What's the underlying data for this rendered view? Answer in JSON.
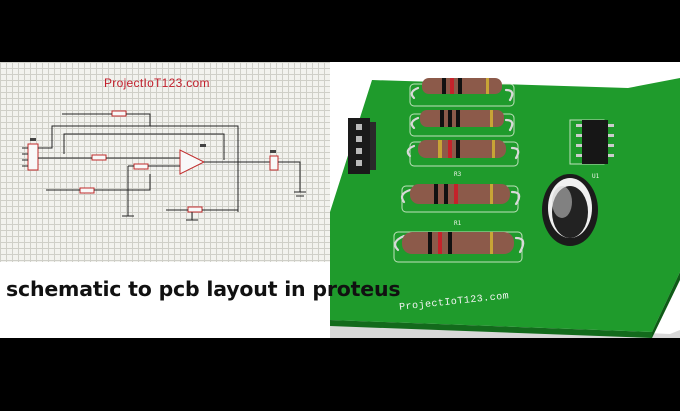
{
  "schematic": {
    "title": "ProjectIoT123.com"
  },
  "caption": "schematic to pcb layout in proteus",
  "pcb": {
    "logo_text": "ProjectIoT123.com",
    "labels": [
      "R3",
      "R1",
      "U1"
    ]
  },
  "colors": {
    "board_green": "#1f9b2c",
    "caption_text": "#111111",
    "title_red": "#c11e2b"
  }
}
